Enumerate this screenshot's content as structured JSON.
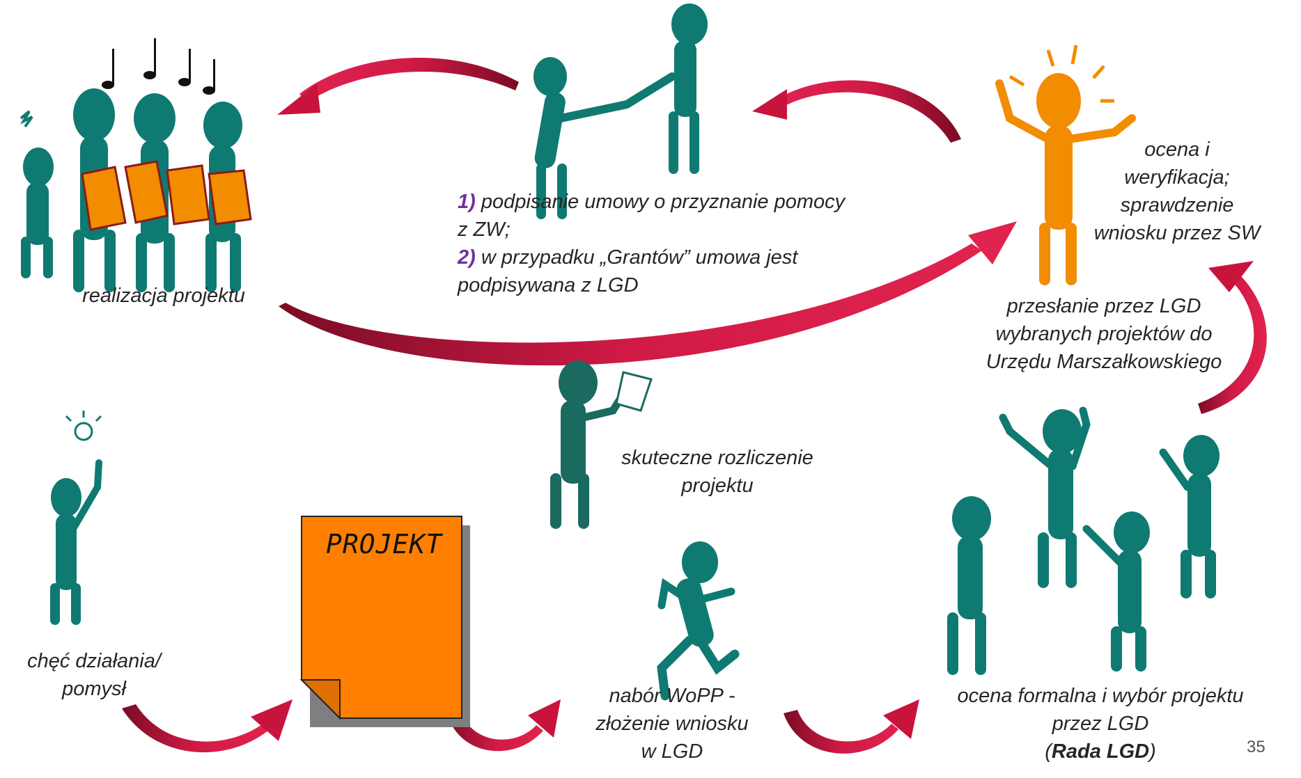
{
  "labels": {
    "realizacja": "realizacja projektu",
    "umowa_1_num": "1)",
    "umowa_1_text": "podpisanie umowy o przyznanie pomocy z ZW;",
    "umowa_2_num": "2)",
    "umowa_2_text": "w przypadku „Grantów” umowa jest podpisywana z LGD",
    "ocena_l1": "ocena i",
    "ocena_l2": "weryfikacja;",
    "ocena_l3": "sprawdzenie",
    "ocena_l4": "wniosku przez SW",
    "przeslanie_l1": "przesłanie przez LGD",
    "przeslanie_l2": "wybranych projektów do",
    "przeslanie_l3": "Urzędu Marszałkowskiego",
    "rozliczenie_l1": "skuteczne rozliczenie",
    "rozliczenie_l2": "projektu",
    "chec_l1": "chęć działania/",
    "chec_l2": "pomysł",
    "nabor_l1": "nabór WoPP -",
    "nabor_l2": "złożenie wniosku",
    "nabor_l3": "w LGD",
    "wybor_l1": "ocena  formalna i wybór projektu",
    "wybor_l2": "przez LGD",
    "wybor_l3_open": "(",
    "wybor_l3_bold": "Rada LGD",
    "wybor_l3_close": ")"
  },
  "document_label": "PROJEKT",
  "page_number": "35",
  "colors": {
    "arrow": "#c8143c",
    "arrow_dark": "#7a0c24",
    "figure": "#0f7a72",
    "figure_orange": "#f28c00",
    "document_fill": "#ff8000",
    "document_shadow": "#7f7f7f",
    "number_purple": "#7030a0"
  },
  "icons": [
    "singing-group-icon",
    "handshake-icon",
    "excited-person-icon",
    "lightbulb-person-icon",
    "document-icon",
    "running-person-icon",
    "jumping-group-icon",
    "reading-person-icon"
  ]
}
